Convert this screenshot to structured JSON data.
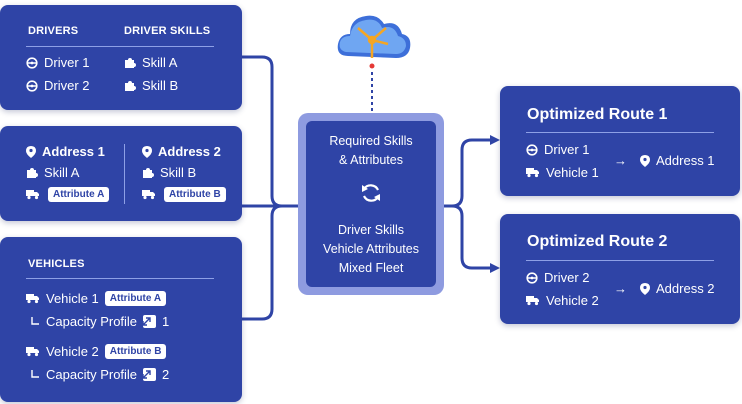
{
  "drivers_card": {
    "drivers_header": "DRIVERS",
    "skills_header": "DRIVER SKILLS",
    "drivers": [
      "Driver 1",
      "Driver 2"
    ],
    "skills": [
      "Skill A",
      "Skill B"
    ]
  },
  "addresses_card": {
    "addresses": [
      {
        "name": "Address 1",
        "skill": "Skill A",
        "attribute": "Attribute A"
      },
      {
        "name": "Address 2",
        "skill": "Skill B",
        "attribute": "Attribute B"
      }
    ]
  },
  "vehicles_card": {
    "header": "VEHICLES",
    "vehicles": [
      {
        "name": "Vehicle 1",
        "attribute": "Attribute A",
        "capacity_label": "Capacity Profile",
        "capacity_value": "1"
      },
      {
        "name": "Vehicle 2",
        "attribute": "Attribute B",
        "capacity_label": "Capacity Profile",
        "capacity_value": "2"
      }
    ]
  },
  "center": {
    "line1": "Required Skills",
    "line2": "& Attributes",
    "line3": "Driver Skills",
    "line4": "Vehicle Attributes",
    "line5": "Mixed Fleet"
  },
  "routes": [
    {
      "title": "Optimized Route 1",
      "driver": "Driver 1",
      "vehicle": "Vehicle 1",
      "address": "Address 1"
    },
    {
      "title": "Optimized Route 2",
      "driver": "Driver 2",
      "vehicle": "Vehicle 2",
      "address": "Address 2"
    }
  ],
  "arrow_glyph": "→",
  "colors": {
    "card": "#2f44a6",
    "center_ring": "#8e9be0",
    "connector": "#2f44a6",
    "accent": "#f5a623"
  }
}
